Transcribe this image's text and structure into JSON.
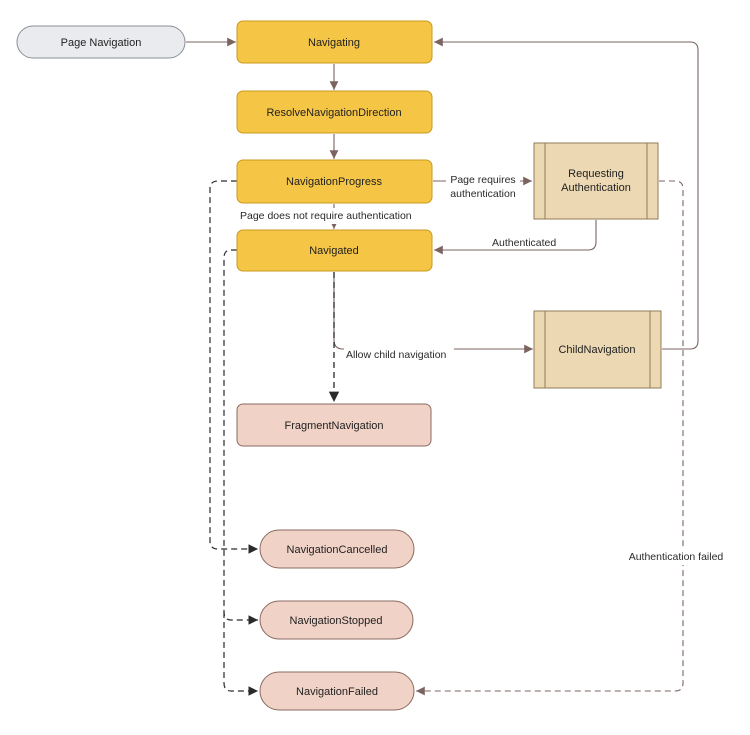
{
  "diagram": {
    "nodes": {
      "page_navigation": {
        "label": "Page Navigation"
      },
      "navigating": {
        "label": "Navigating"
      },
      "resolve_navigation_direction": {
        "label": "ResolveNavigationDirection"
      },
      "navigation_progress": {
        "label": "NavigationProgress"
      },
      "navigated": {
        "label": "Navigated"
      },
      "requesting_authentication": {
        "label_line1": "Requesting",
        "label_line2": "Authentication"
      },
      "child_navigation": {
        "label": "ChildNavigation"
      },
      "fragment_navigation": {
        "label": "FragmentNavigation"
      },
      "navigation_cancelled": {
        "label": "NavigationCancelled"
      },
      "navigation_stopped": {
        "label": "NavigationStopped"
      },
      "navigation_failed": {
        "label": "NavigationFailed"
      }
    },
    "edges": {
      "page_requires_auth": {
        "line1": "Page requires",
        "line2": "authentication"
      },
      "page_does_not_require_auth": {
        "label": "Page does not require authentication"
      },
      "authenticated": {
        "label": "Authenticated"
      },
      "allow_child_navigation": {
        "label": "Allow child navigation"
      },
      "authentication_failed": {
        "label": "Authentication failed"
      }
    },
    "colors": {
      "start_fill": "#e9ebee",
      "state_fill": "#f5c545",
      "state_stroke": "#c99a1e",
      "process_fill": "#ecd9b4",
      "process_stroke": "#8f7b56",
      "terminal_fill": "#f0d2c7",
      "terminal_stroke": "#8a6b60",
      "arrow": "#7b6460",
      "dashed_arrow": "#2a2a2a"
    }
  }
}
